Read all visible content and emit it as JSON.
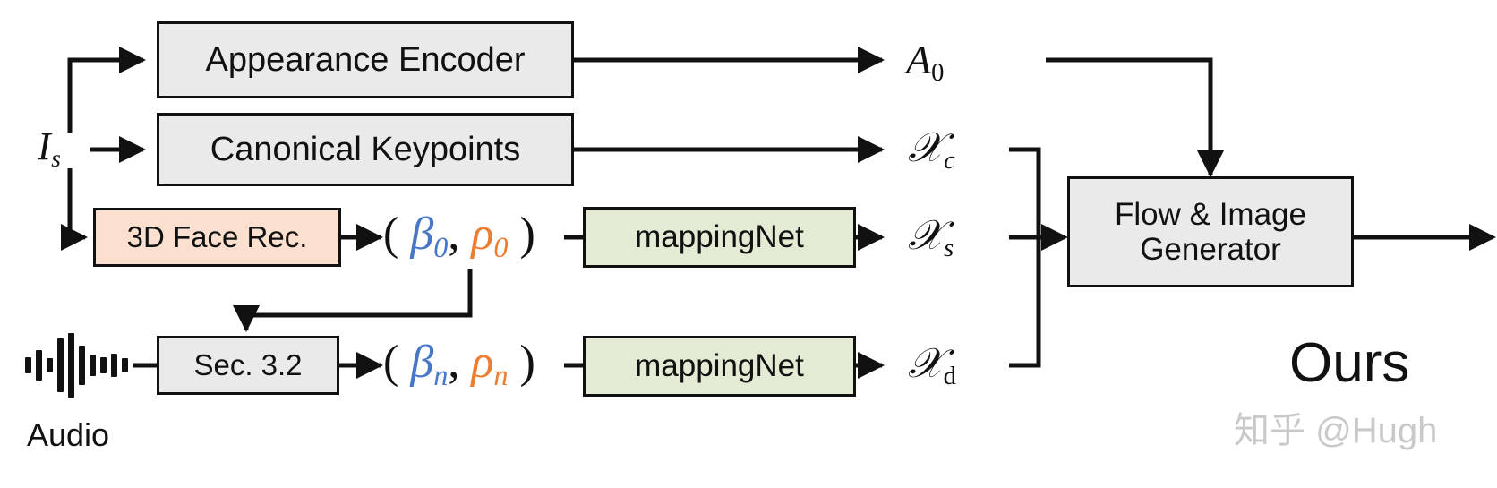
{
  "diagram": {
    "title": "Ours",
    "watermark": "知乎 @Hugh",
    "colors": {
      "box_grey": "#eaeaea",
      "box_peach": "#fbe0d0",
      "box_green": "#e3ebd4",
      "stroke": "#111111",
      "beta_blue": "#4877c8",
      "rho_orange": "#ed7d31",
      "watermark_grey": "#c9c9c9",
      "background": "#ffffff"
    },
    "nodes": [
      {
        "id": "appearance-encoder",
        "label": "Appearance Encoder",
        "fill": "grey"
      },
      {
        "id": "canonical-keypoints",
        "label": "Canonical  Keypoints",
        "fill": "grey"
      },
      {
        "id": "face-rec",
        "label": "3D Face Rec.",
        "fill": "peach"
      },
      {
        "id": "sec32",
        "label": "Sec. 3.2",
        "fill": "grey"
      },
      {
        "id": "mapping-net-source",
        "label": "mappingNet",
        "fill": "green"
      },
      {
        "id": "mapping-net-driving",
        "label": "mappingNet",
        "fill": "green"
      },
      {
        "id": "flow-image-generator",
        "label": "Flow & Image\nGenerator",
        "line1": "Flow & Image",
        "line2": "Generator",
        "fill": "grey"
      }
    ],
    "inputs": {
      "source_image": {
        "base": "I",
        "sub": "s"
      },
      "audio_label": "Audio",
      "audio_icon": "audio-waveform-icon"
    },
    "coefficients": {
      "source": {
        "open": "(",
        "beta": "β",
        "beta_sub": "0",
        "comma": ",",
        "rho": "ρ",
        "rho_sub": "0",
        "close": ")"
      },
      "driving": {
        "open": "(",
        "beta": "β",
        "beta_sub": "n",
        "comma": ",",
        "rho": "ρ",
        "rho_sub": "n",
        "close": ")"
      }
    },
    "outputs": [
      {
        "id": "appearance-feature",
        "base": "A",
        "sub": "0",
        "script": false
      },
      {
        "id": "canonical-keypoints-out",
        "base": "𝒳",
        "sub": "c",
        "script": true
      },
      {
        "id": "source-keypoints",
        "base": "𝒳",
        "sub": "s",
        "script": true
      },
      {
        "id": "driving-keypoints",
        "base": "𝒳",
        "sub": "d",
        "script": true
      }
    ]
  }
}
